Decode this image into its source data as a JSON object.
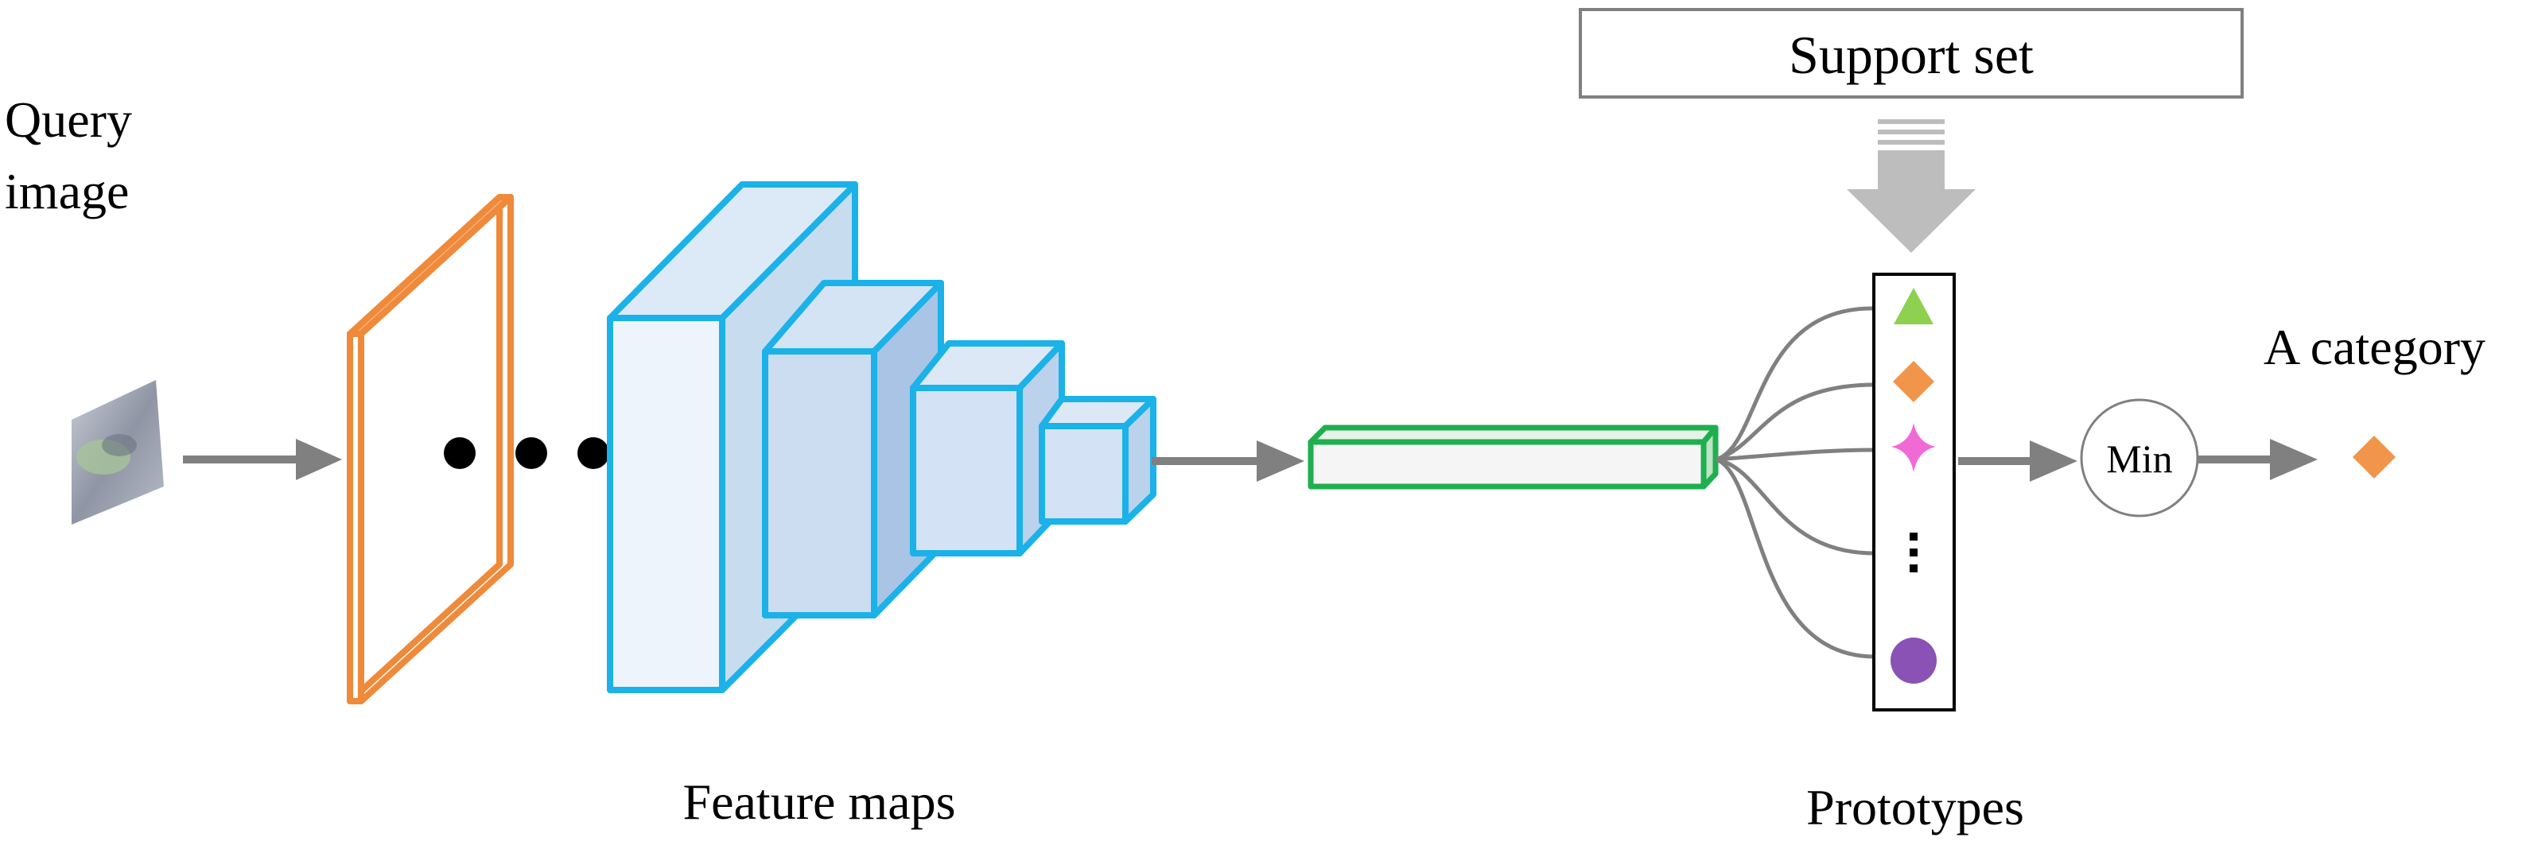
{
  "labels": {
    "query_line1": "Query",
    "query_line2": "image",
    "feature_maps": "Feature maps",
    "support_set": "Support set",
    "prototypes": "Prototypes",
    "min": "Min",
    "a_category": "A category"
  },
  "colors": {
    "orange": "#EF8A3A",
    "cyan": "#1AB2E8",
    "green": "#1FAF4F",
    "arrow_gray": "#808080",
    "support_arrow_gray": "#BDBDBD",
    "triangle": "#8ED04F",
    "diamond": "#F0954A",
    "star": "#F06AD6",
    "circle": "#8A52B5"
  },
  "prototype_icons": [
    "triangle-icon",
    "diamond-icon",
    "star-icon",
    "vertical-ellipsis-icon",
    "circle-icon"
  ],
  "output_icon": "diamond-icon"
}
